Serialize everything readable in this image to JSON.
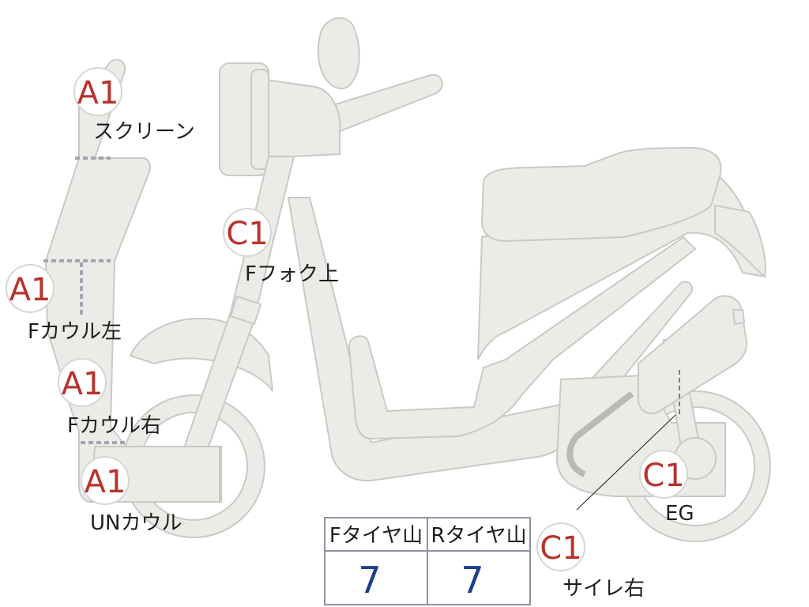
{
  "markers": {
    "screen": {
      "code": "A1",
      "label": "スクリーン"
    },
    "f_cowl_left": {
      "code": "A1",
      "label": "Fカウル左"
    },
    "f_cowl_right": {
      "code": "A1",
      "label": "Fカウル右"
    },
    "un_cowl": {
      "code": "A1",
      "label": "UNカウル"
    },
    "f_fork_upper": {
      "code": "C1",
      "label": "Fフォク上"
    },
    "engine": {
      "code": "C1",
      "label": "EG"
    },
    "muffler_right": {
      "code": "C1",
      "label": "サイレ右"
    }
  },
  "tire_table": {
    "front_header": "Fタイヤ山",
    "rear_header": "Rタイヤ山",
    "front_value": "7",
    "rear_value": "7"
  },
  "colors": {
    "part_fill": "#ebebe7",
    "part_stroke": "#c9c9c5",
    "marker_code": "#b8332d",
    "value_text": "#1f3d8f"
  }
}
